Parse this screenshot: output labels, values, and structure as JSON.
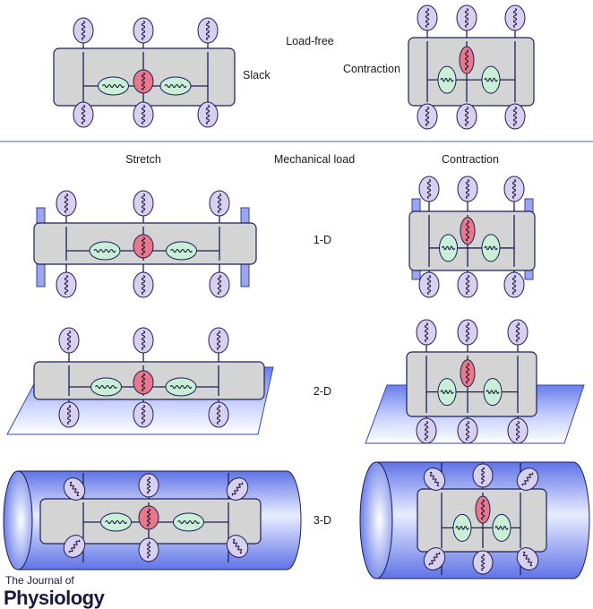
{
  "labels": {
    "load_free": "Load-free",
    "slack": "Slack",
    "contraction_top": "Contraction",
    "stretch": "Stretch",
    "mechanical_load": "Mechanical load",
    "contraction_header": "Contraction",
    "one_d": "1-D",
    "two_d": "2-D",
    "three_d": "3-D"
  },
  "brand": {
    "line1": "The Journal of",
    "line2": "Physiology"
  },
  "colors": {
    "cell_fill": "#d4d4d4",
    "cell_stroke": "#1a1a2e",
    "connector_fill": "#d9d0f0",
    "green_fill": "#c9f0d6",
    "red_fill": "#e8788a",
    "substrate_blue": "#6f82e8",
    "line": "#1c1f5a",
    "spring": "#1a1a3a"
  }
}
